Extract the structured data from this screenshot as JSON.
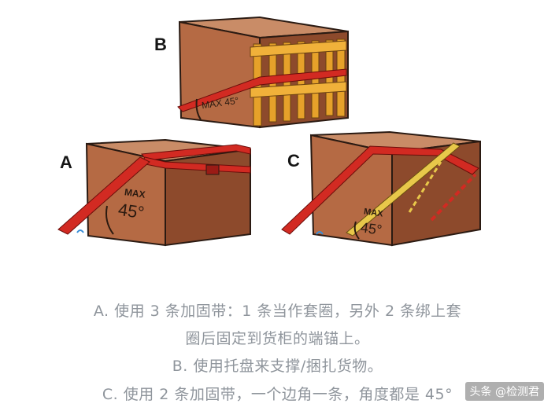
{
  "figures": {
    "a": {
      "label": "A",
      "max_text": "MAX",
      "angle_text": "45°"
    },
    "b": {
      "label": "B",
      "angle_text": "MAX 45°"
    },
    "c": {
      "label": "C",
      "max_text": "MAX",
      "angle_text": "45°"
    }
  },
  "captions": {
    "a_line1": "A. 使用 3 条加固带：1 条当作套圈，另外 2 条绑上套",
    "a_line2": "圈后固定到货柜的端锚上。",
    "b": "B. 使用托盘来支撑/捆扎货物。",
    "c": "C.  使用  2  条加固带，一个边角一条，角度都是 45°"
  },
  "watermark": "头条 @检测君",
  "colors": {
    "box_front": "#b56a44",
    "box_side": "#8d4a2c",
    "box_top": "#c98c67",
    "strap": "#d22a22",
    "pallet": "#e6a12a",
    "strap_yellow": "#e8c84a"
  }
}
